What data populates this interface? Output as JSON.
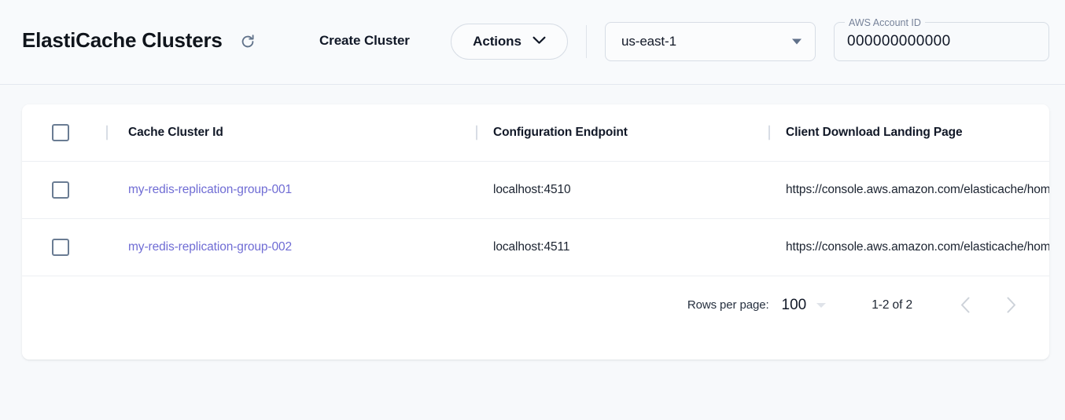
{
  "header": {
    "title": "ElastiCache Clusters",
    "refresh_icon": "refresh-icon",
    "create_cluster_label": "Create Cluster",
    "actions_label": "Actions",
    "actions_icon": "chevron-down-icon",
    "region": {
      "value": "us-east-1",
      "icon": "triangle-down-icon"
    },
    "account": {
      "label": "AWS Account ID",
      "value": "000000000000"
    }
  },
  "table": {
    "select_all_checkbox": "checkbox-unchecked-icon",
    "columns": [
      "Cache Cluster Id",
      "Configuration Endpoint",
      "Client Download Landing Page"
    ],
    "rows": [
      {
        "checkbox": "checkbox-unchecked-icon",
        "cluster_id": "my-redis-replication-group-001",
        "endpoint": "localhost:4510",
        "landing_page": "https://console.aws.amazon.com/elasticache/home"
      },
      {
        "checkbox": "checkbox-unchecked-icon",
        "cluster_id": "my-redis-replication-group-002",
        "endpoint": "localhost:4511",
        "landing_page": "https://console.aws.amazon.com/elasticache/home"
      }
    ]
  },
  "pagination": {
    "rows_per_page_label": "Rows per page:",
    "rows_per_page_value": "100",
    "rows_per_page_icon": "triangle-down-icon",
    "range_label": "1-2 of 2",
    "prev_icon": "chevron-left-icon",
    "next_icon": "chevron-right-icon"
  },
  "colors": {
    "page_background": "#f7f9fb",
    "card_background": "#ffffff",
    "link": "#6f6cd4",
    "text": "#111827",
    "muted": "#77839a",
    "border": "#d7dde5",
    "divider": "#eceff3",
    "checkbox": "#6a7c93",
    "disabled_arrow": "#cdd2d9"
  }
}
